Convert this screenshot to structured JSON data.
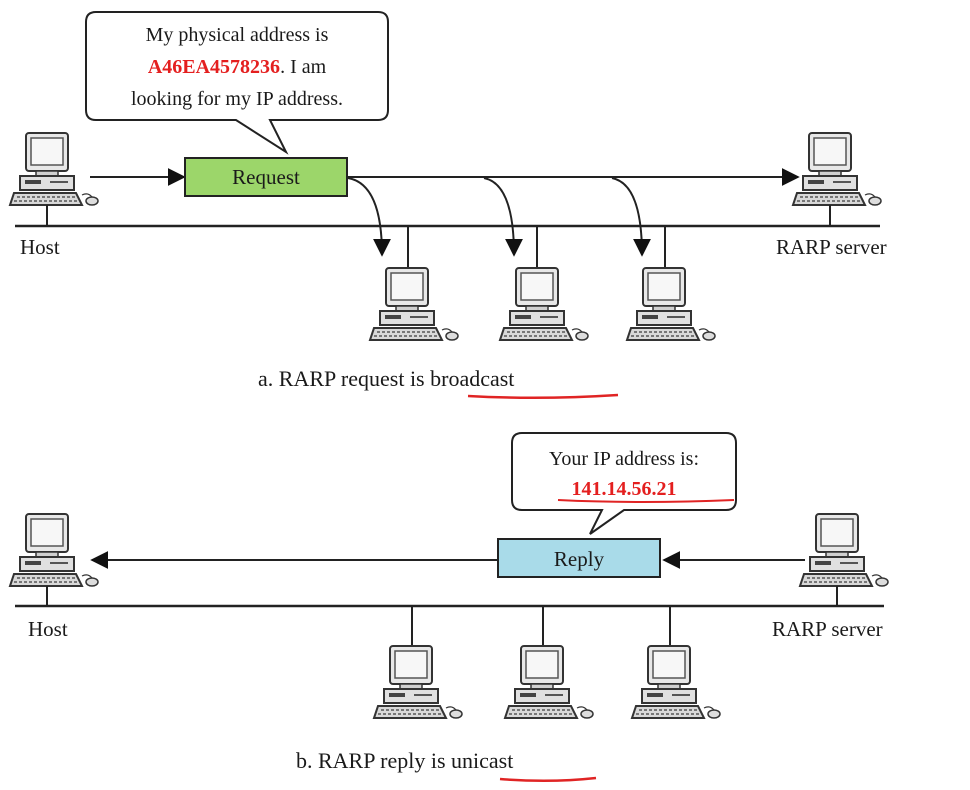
{
  "part_a": {
    "bubble": {
      "line1": "My physical address is",
      "address": "A46EA4578236",
      "line2_suffix": ".  I am",
      "line3": "looking for my IP address."
    },
    "request_label": "Request",
    "host_label": "Host",
    "server_label": "RARP server",
    "caption_prefix": "a. RARP request is ",
    "caption_mode": "broadcast"
  },
  "part_b": {
    "bubble": {
      "line1": "Your IP address is:",
      "ip": "141.14.56.21"
    },
    "reply_label": "Reply",
    "host_label": "Host",
    "server_label": "RARP server",
    "caption_prefix": "b. RARP reply is ",
    "caption_mode": "unicast"
  },
  "colors": {
    "request_box": "#9cd66a",
    "reply_box": "#a9dbe9",
    "highlight": "#e41f1f",
    "underline": "#e02424",
    "line": "#222222"
  },
  "icons": [
    "computer-icon"
  ]
}
